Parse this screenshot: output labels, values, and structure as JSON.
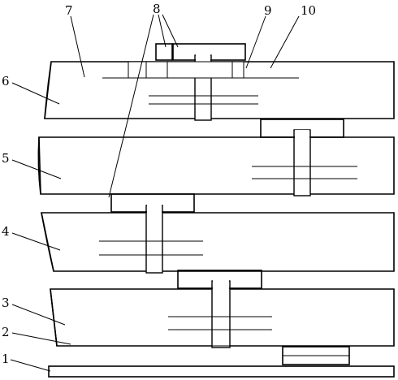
{
  "labels": {
    "l1": "1",
    "l2": "2",
    "l3": "3",
    "l4": "4",
    "l5": "5",
    "l6": "6",
    "l7": "7",
    "l8": "8",
    "l9": "9",
    "l10": "10"
  },
  "colors": {
    "line": "#000000",
    "background": "#ffffff"
  },
  "patterns": {
    "layer_fill": "crosshatch",
    "pad_fill": "diagonal-hatch",
    "substrate_fill": "diagonal-hatch"
  }
}
